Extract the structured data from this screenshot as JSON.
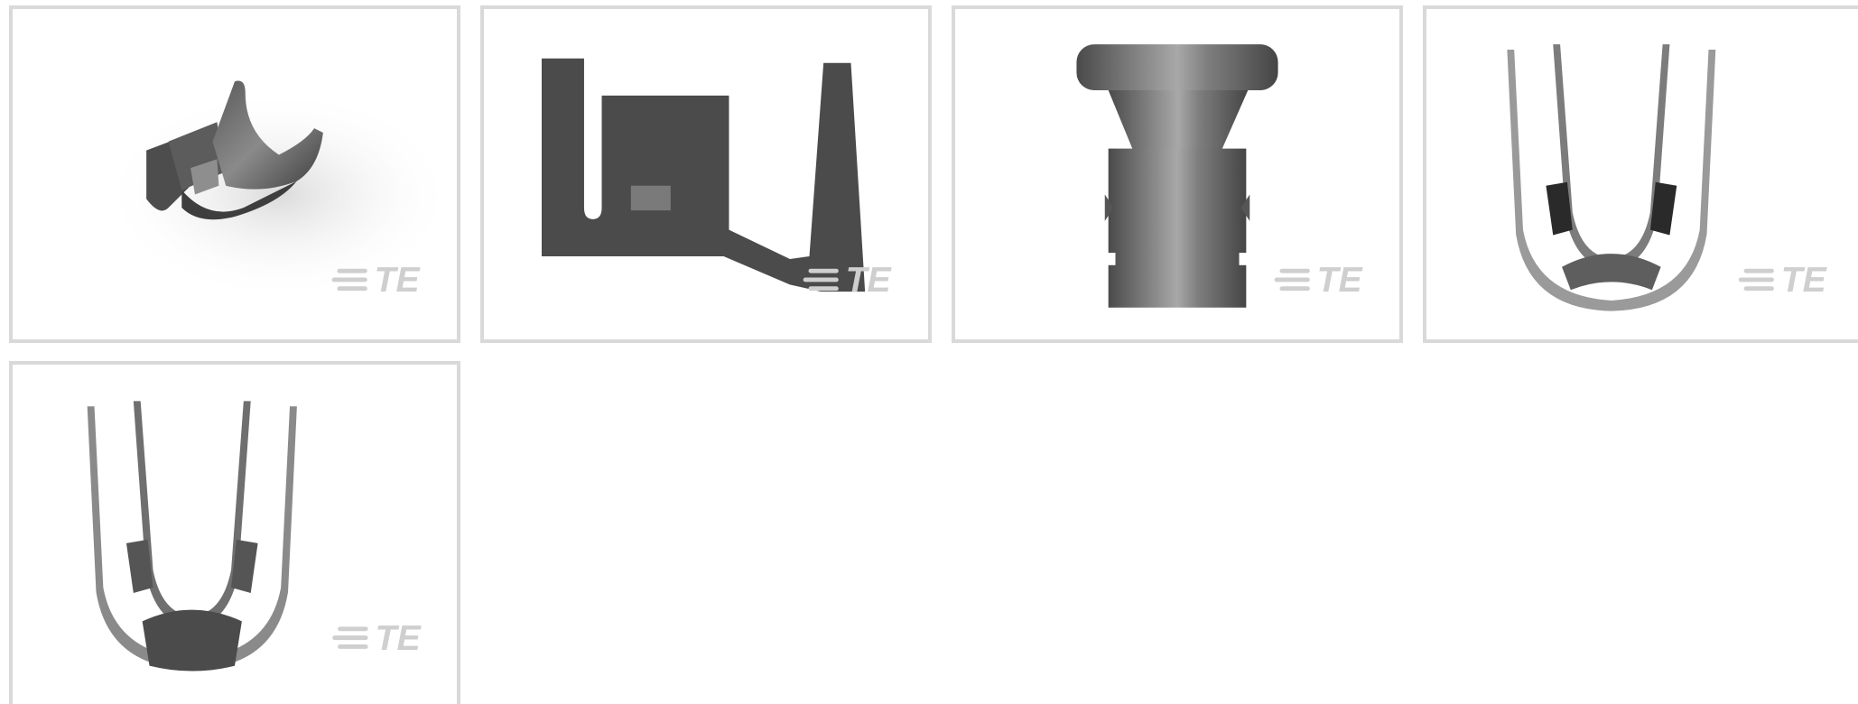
{
  "gallery": {
    "images": [
      {
        "view": "isometric",
        "watermark": "TE"
      },
      {
        "view": "side",
        "watermark": "TE"
      },
      {
        "view": "top",
        "watermark": "TE"
      },
      {
        "view": "front",
        "watermark": "TE"
      },
      {
        "view": "rear",
        "watermark": "TE"
      }
    ]
  },
  "colors": {
    "border": "#d9d9d9",
    "metal_dark": "#4a4a4a",
    "metal_mid": "#707070",
    "metal_light": "#9a9a9a",
    "watermark": "#cfcfcf"
  },
  "icons": [
    "te-logo-icon"
  ]
}
